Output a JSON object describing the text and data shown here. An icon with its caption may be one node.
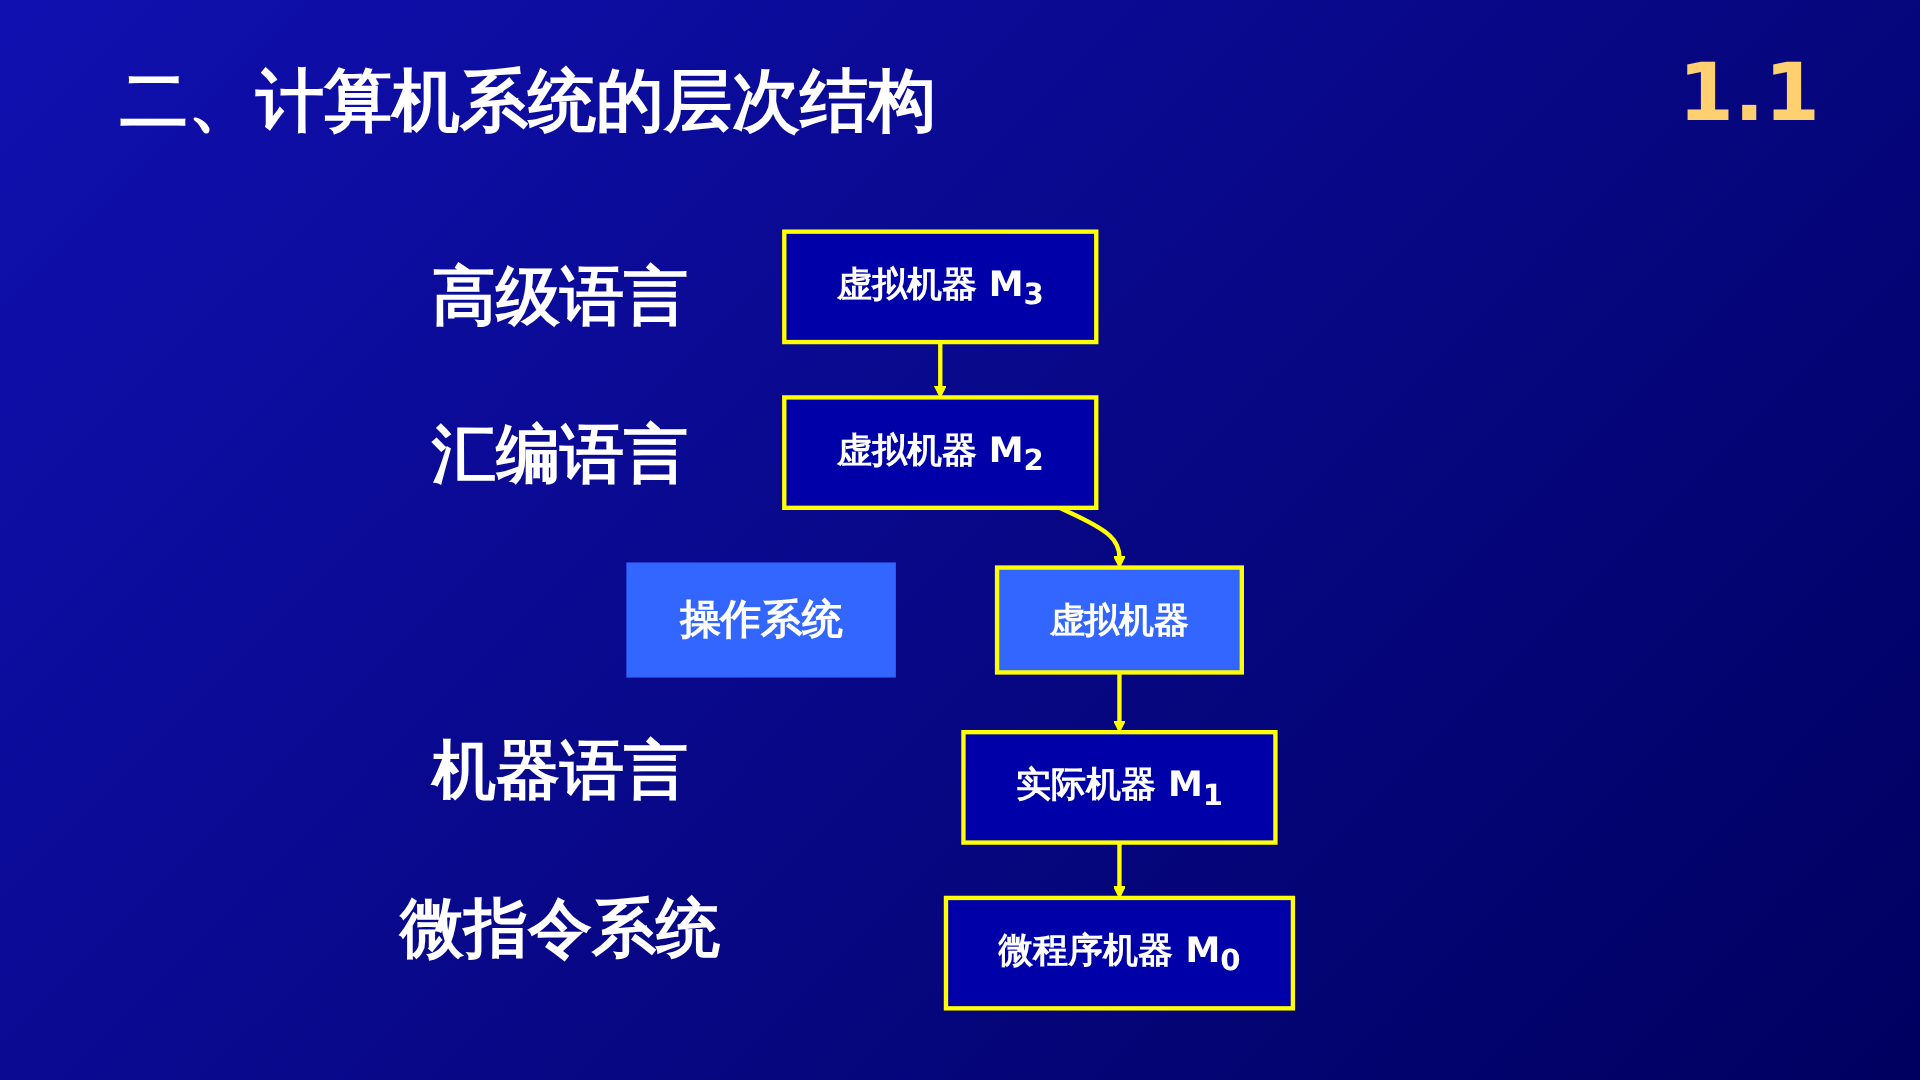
{
  "diagram": {
    "title": "二、计算机系统的层次结构",
    "nodes": [
      {
        "text": [
          "虚拟机器 M$_{3}$"
        ]
      },
      {
        "text": [
          "虚拟机器 M$_{2}$"
        ]
      },
      {
        "text": [
          "操作系统"
        ]
      },
      {
        "text": [
          "虚拟机器"
        ]
      },
      {
        "text": [
          "实际机器 M$_{1}$"
        ]
      },
      {
        "text": [
          "微程序机器 M$_{0}$"
        ]
      }
    ],
    "edges": [
      {
        "from": 0,
        "to": 1,
        "arrow": "to"
      },
      {
        "from": 1,
        "to": 3,
        "arrow": "to"
      },
      {
        "from": 3,
        "to": 4,
        "arrow": "to"
      },
      {
        "from": 4,
        "to": 5,
        "arrow": "to"
      }
    ],
    "labels": [
      "1.1",
      "高级语言",
      "汇编语言",
      "机器语言",
      "微指令系统"
    ]
  }
}
